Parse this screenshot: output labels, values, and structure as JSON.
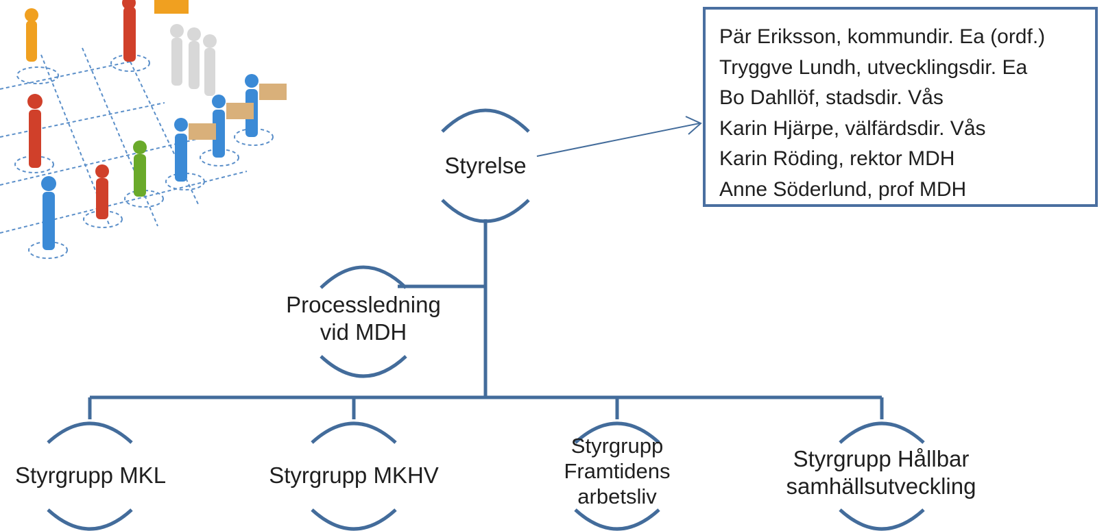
{
  "colors": {
    "line": "#436c9b",
    "box_border": "#4a6fa0",
    "text": "#1f1f1f"
  },
  "board": {
    "label": "Styrelse"
  },
  "process_lead": {
    "label": "Processledning vid MDH"
  },
  "steering_groups": [
    {
      "label": "Styrgrupp MKL"
    },
    {
      "label": "Styrgrupp MKHV"
    },
    {
      "label": "Styrgrupp Framtidens arbetsliv"
    },
    {
      "label": "Styrgrupp Hållbar samhällsutveckling"
    }
  ],
  "board_members": [
    "Pär Eriksson, kommundir. Ea (ordf.)",
    "Tryggve Lundh, utvecklingsdir. Ea",
    "Bo Dahllöf, stadsdir. Vås",
    "Karin Hjärpe, välfärdsdir. Vås",
    "Karin Röding, rektor MDH",
    "Anne Söderlund, prof MDH"
  ],
  "illustration": {
    "icon": "people-network-illustration"
  }
}
